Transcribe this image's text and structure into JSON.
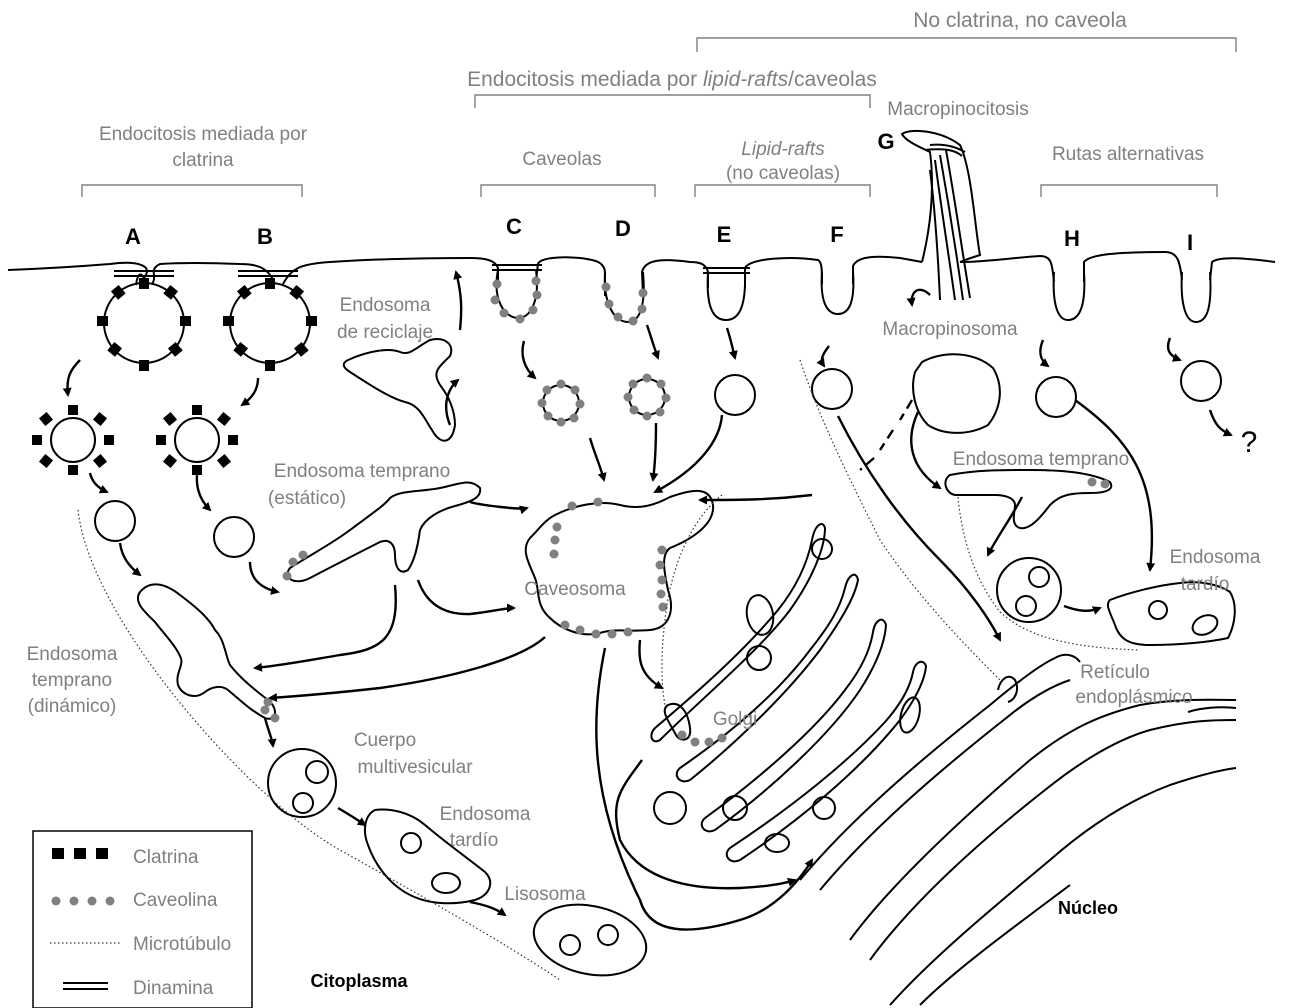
{
  "brackets": {
    "no_clathrin": "No clatrina, no caveola",
    "rafts_caveolae_a": "Endocitosis mediada por ",
    "rafts_caveolae_b": "lipid-rafts",
    "rafts_caveolae_c": "/caveolas",
    "clathrin_line1": "Endocitosis mediada por",
    "clathrin_line2": "clatrina",
    "caveolas": "Caveolas",
    "lipid_rafts_line1": "Lipid-rafts",
    "lipid_rafts_line2": "(no caveolas)",
    "macropinocitosis": "Macropinocitosis",
    "alternativas": "Rutas alternativas"
  },
  "letters": [
    "A",
    "B",
    "C",
    "D",
    "E",
    "F",
    "G",
    "H",
    "I"
  ],
  "labels": {
    "recycling_1": "Endosoma",
    "recycling_2": "de reciclaje",
    "macropinosoma": "Macropinosoma",
    "static_1": "Endosoma temprano",
    "static_2": "(estático)",
    "caveosoma": "Caveosoma",
    "early_right": "Endosoma temprano",
    "late_right_1": "Endosoma",
    "late_right_2": "tardío",
    "dynamic_1": "Endosoma",
    "dynamic_2": "temprano",
    "dynamic_3": "(dinámico)",
    "golgi": "Golgi",
    "er_1": "Retículo",
    "er_2": "endoplásmico",
    "mvb_1": "Cuerpo",
    "mvb_2": "multivesicular",
    "late_1": "Endosoma",
    "late_2": "tardío",
    "lisosoma": "Lisosoma",
    "question": "?",
    "nucleo": "Núcleo",
    "citoplasma": "Citoplasma"
  },
  "legend": {
    "clatrina": "Clatrina",
    "caveolina": "Caveolina",
    "microtubulo": "Microtúbulo",
    "dinamina": "Dinamina"
  },
  "colors": {
    "label_gray": "#808080",
    "ink": "#000000",
    "caveolin": "#808080"
  }
}
